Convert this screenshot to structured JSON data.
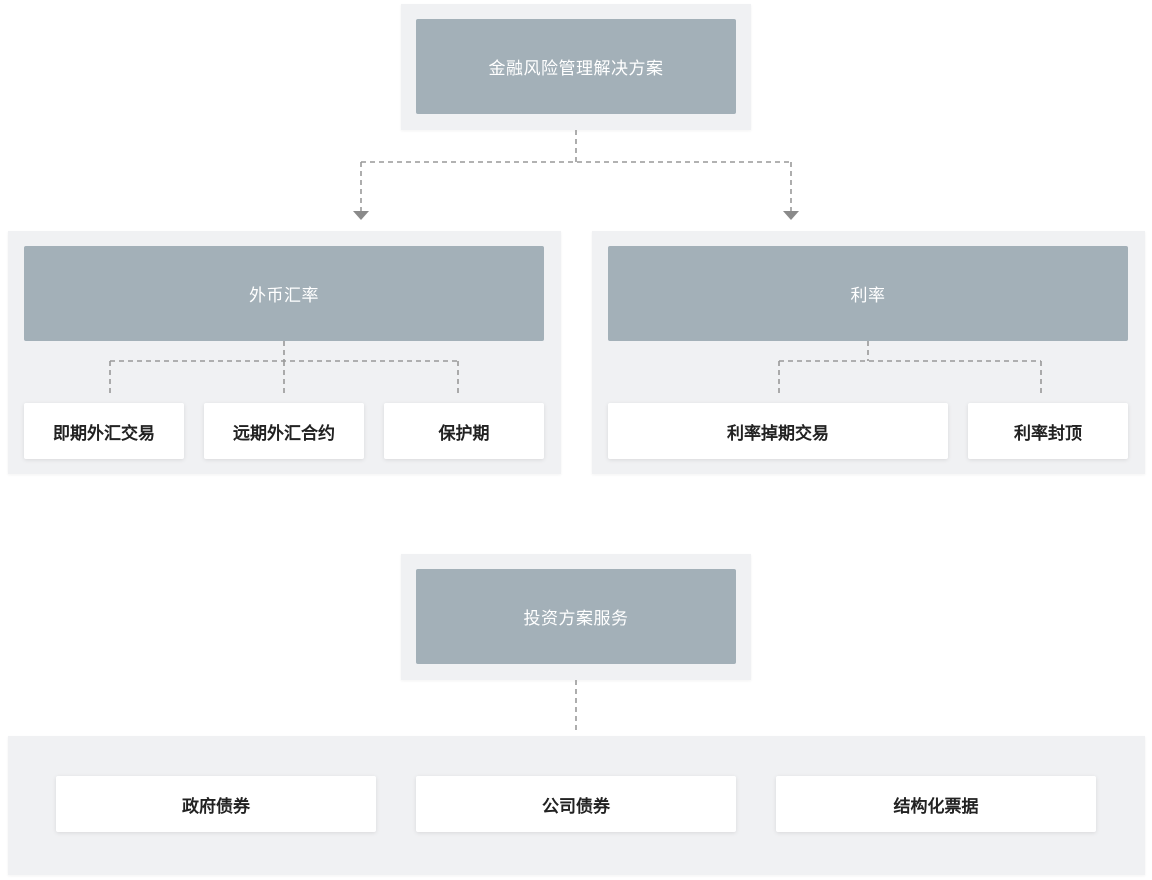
{
  "risk": {
    "root_label": "金融风险管理解决方案",
    "fx": {
      "label": "外币汇率",
      "children": [
        "即期外汇交易",
        "远期外汇合约",
        "保护期"
      ]
    },
    "ir": {
      "label": "利率",
      "children": [
        "利率掉期交易",
        "利率封顶"
      ]
    }
  },
  "invest": {
    "root_label": "投资方案服务",
    "children": [
      "政府债券",
      "公司债券",
      "结构化票据"
    ]
  },
  "colors": {
    "panel_bg": "#f0f1f3",
    "header_bg": "#a3b0b8",
    "leaf_bg": "#ffffff",
    "connector": "#999999"
  }
}
